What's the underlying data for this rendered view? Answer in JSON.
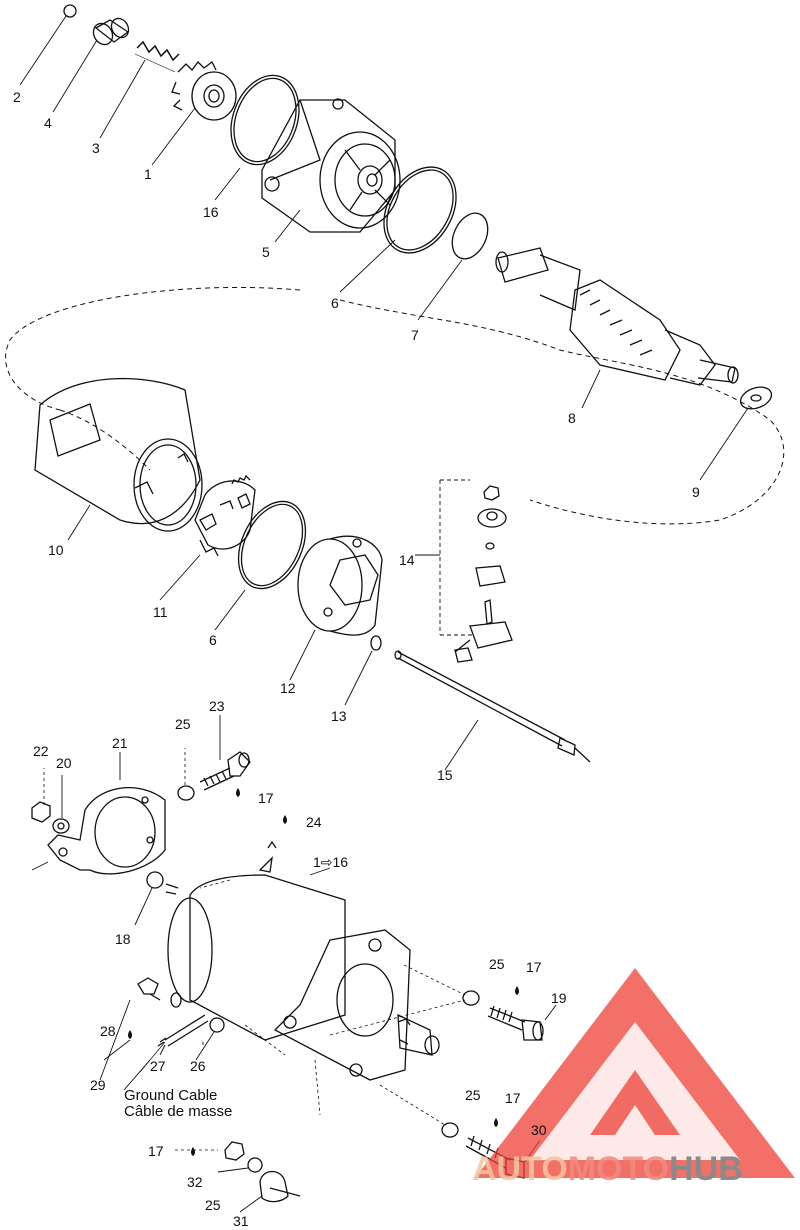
{
  "labels": {
    "n1": "1",
    "n2": "2",
    "n3": "3",
    "n4": "4",
    "n5": "5",
    "n6a": "6",
    "n6b": "6",
    "n7": "7",
    "n8": "8",
    "n9": "9",
    "n10": "10",
    "n11": "11",
    "n12": "12",
    "n13": "13",
    "n14": "14",
    "n15": "15",
    "n16": "16",
    "n17a": "17",
    "n17b": "17",
    "n17c": "17",
    "n17d": "17",
    "n18": "18",
    "n19": "19",
    "n20": "20",
    "n21": "21",
    "n22": "22",
    "n23": "23",
    "n24": "24",
    "n25a": "25",
    "n25b": "25",
    "n25c": "25",
    "n25d": "25",
    "n26": "26",
    "n27": "27",
    "n28": "28",
    "n29": "29",
    "n30": "30",
    "n31": "31",
    "n32": "32",
    "assembly": "1⇨16"
  },
  "ground_cable": {
    "en": "Ground Cable",
    "fr": "Câble de masse"
  },
  "watermark": {
    "part1": "AUTO",
    "part2": "MOTO",
    "part3": "HUB"
  },
  "colors": {
    "line": "#111111",
    "watermark_red": "#ee4035",
    "watermark_peach": "#f0c6a0",
    "watermark_grey": "#8a8a8a"
  }
}
